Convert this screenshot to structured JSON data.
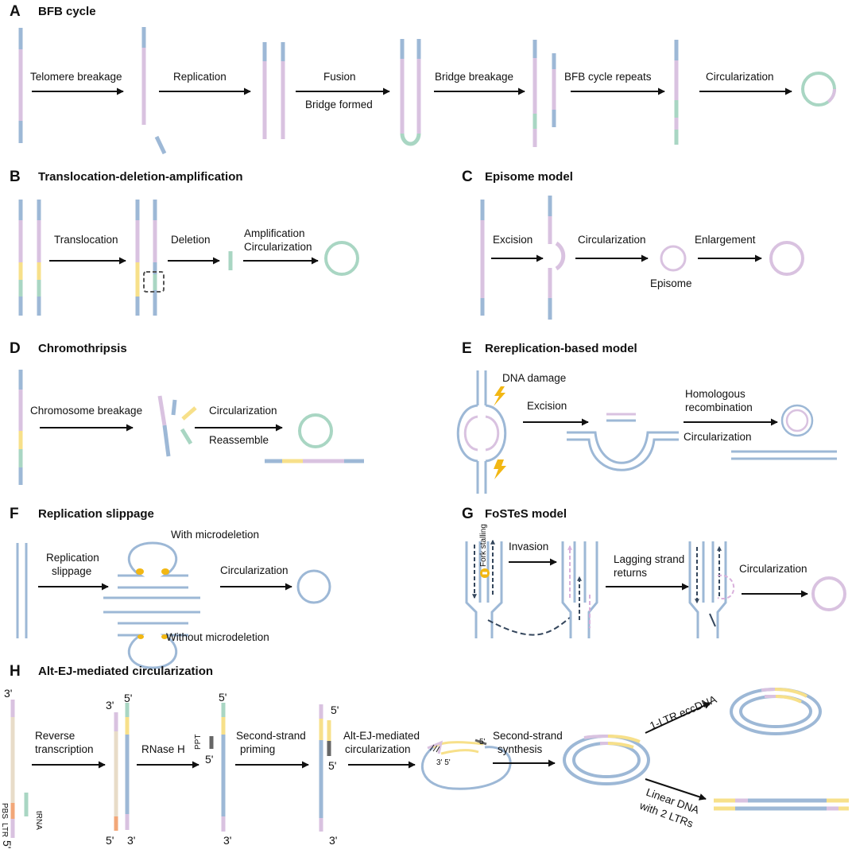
{
  "colors": {
    "blue": "#9db8d6",
    "pink": "#d9c2e0",
    "green": "#a9d6c3",
    "yellow": "#f7e08a",
    "beige": "#e8dcc8",
    "orange": "#f2a778",
    "gray": "#666666",
    "arrow": "#111111",
    "dash": "#34465c",
    "bolt": "#f2b713"
  },
  "panels": {
    "A": {
      "letter": "A",
      "title": "BFB cycle",
      "telomere": "Telomere breakage",
      "replication": "Replication",
      "fusion": "Fusion",
      "bridge_formed": "Bridge formed",
      "bridge_breakage": "Bridge breakage",
      "repeats": "BFB cycle repeats",
      "circularization": "Circularization"
    },
    "B": {
      "letter": "B",
      "title": "Translocation-deletion-amplification",
      "translocation": "Translocation",
      "deletion": "Deletion",
      "amplification": "Amplification",
      "circularization": "Circularization"
    },
    "C": {
      "letter": "C",
      "title": "Episome model",
      "excision": "Excision",
      "circularization": "Circularization",
      "enlargement": "Enlargement",
      "episome": "Episome"
    },
    "D": {
      "letter": "D",
      "title": "Chromothripsis",
      "breakage": "Chromosome breakage",
      "circularization": "Circularization",
      "reassemble": "Reassemble"
    },
    "E": {
      "letter": "E",
      "title": "Rereplication-based model",
      "damage": "DNA damage",
      "excision": "Excision",
      "homologous": "Homologous",
      "recombination": "recombination",
      "circularization": "Circularization"
    },
    "F": {
      "letter": "F",
      "title": "Replication slippage",
      "replication": "Replication",
      "slippage": "slippage",
      "with": "With microdeletion",
      "without": "Without microdeletion",
      "circularization": "Circularization"
    },
    "G": {
      "letter": "G",
      "title": "FoSTeS model",
      "fork": "Fork stalling",
      "invasion": "Invasion",
      "lagging": "Lagging strand",
      "returns": "returns",
      "circularization": "Circularization"
    },
    "H": {
      "letter": "H",
      "title": "Alt-EJ-mediated circularization",
      "reverse": "Reverse",
      "transcription": "transcription",
      "rnaseh": "RNase H",
      "ppt": "PPT",
      "second": "Second-strand",
      "priming": "priming",
      "altej": "Alt-EJ-mediated",
      "circ": "circularization",
      "second2": "Second-strand",
      "synthesis": "synthesis",
      "one_ltr": "1-LTR eccDNA",
      "linear": "Linear DNA",
      "with2": "with 2 LTRs",
      "pbs": "PBS",
      "ltr": "LTR",
      "trna": "tRNA",
      "three": "3'",
      "five": "5'",
      "three_five": "3' 5'"
    }
  }
}
